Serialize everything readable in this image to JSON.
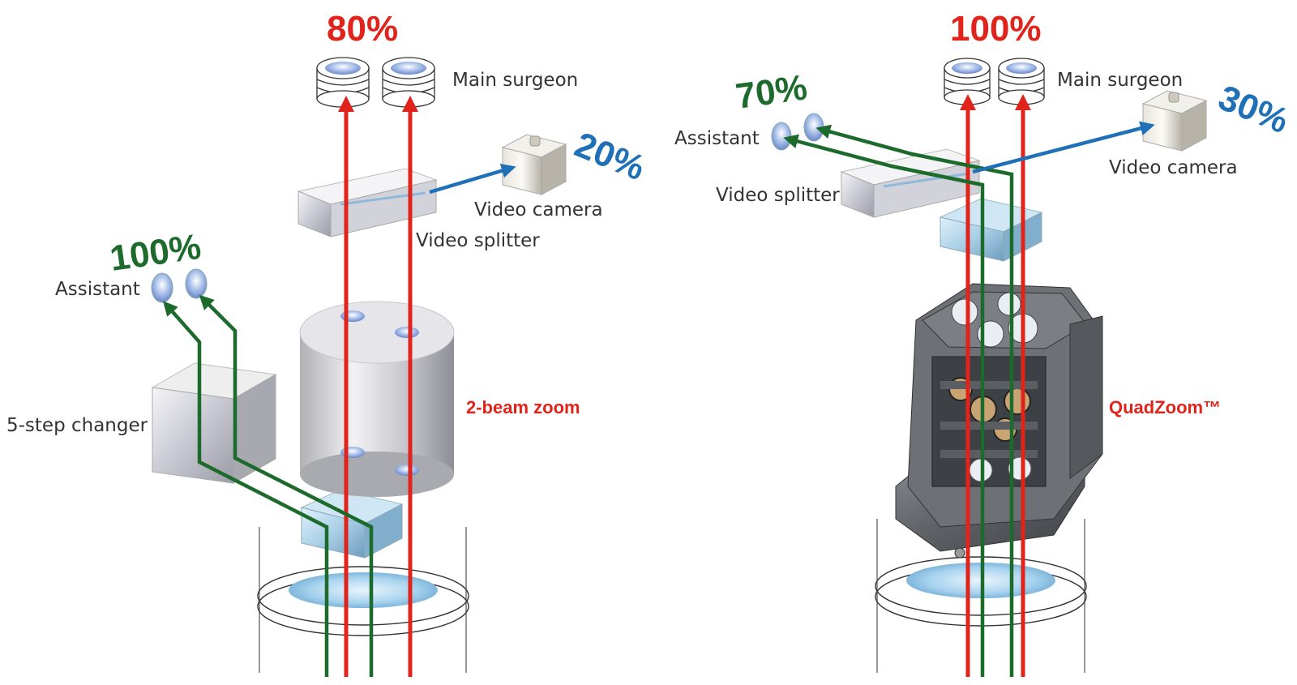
{
  "colors": {
    "primary_path": "#e0241b",
    "assistant_path": "#1d6b2c",
    "camera_path": "#1f70b7",
    "label_text": "#333333"
  },
  "left_diagram": {
    "surgeon_percent": "80%",
    "surgeon_label": "Main surgeon",
    "camera_percent": "20%",
    "camera_label": "Video camera",
    "splitter_label": "Video splitter",
    "assistant_percent": "100%",
    "assistant_label": "Assistant",
    "changer_label": "5-step changer",
    "zoom_label": "2-beam zoom"
  },
  "right_diagram": {
    "surgeon_percent": "100%",
    "surgeon_label": "Main surgeon",
    "assistant_percent": "70%",
    "assistant_label": "Assistant",
    "camera_percent": "30%",
    "camera_label": "Video camera",
    "splitter_label": "Video splitter",
    "zoom_label": "QuadZoom™"
  }
}
